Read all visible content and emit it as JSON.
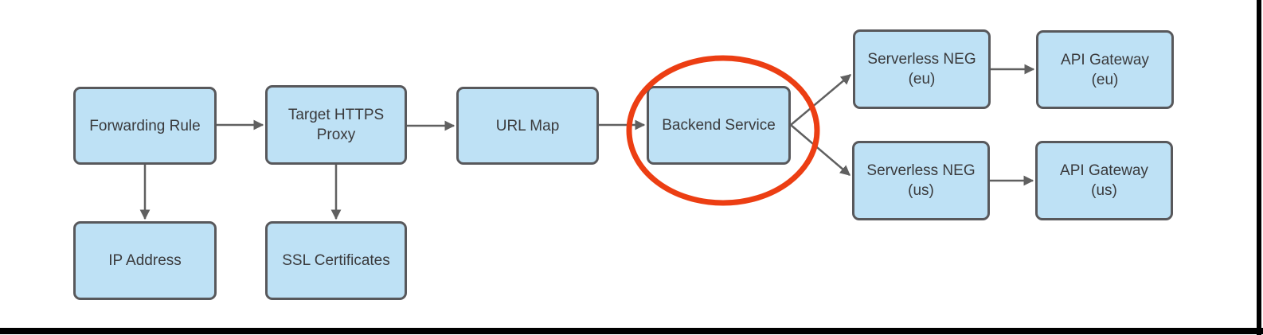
{
  "diagram": {
    "nodes": {
      "forwarding_rule": {
        "label": "Forwarding Rule"
      },
      "target_https_proxy": {
        "label": "Target HTTPS\nProxy"
      },
      "url_map": {
        "label": "URL Map"
      },
      "backend_service": {
        "label": "Backend Service"
      },
      "ip_address": {
        "label": "IP Address"
      },
      "ssl_certificates": {
        "label": "SSL Certificates"
      },
      "serverless_neg_eu": {
        "label": "Serverless NEG\n(eu)"
      },
      "api_gateway_eu": {
        "label": "API Gateway\n(eu)"
      },
      "serverless_neg_us": {
        "label": "Serverless NEG\n(us)"
      },
      "api_gateway_us": {
        "label": "API Gateway\n(us)"
      }
    },
    "edges": [
      {
        "from": "Forwarding Rule",
        "to": "Target HTTPS Proxy"
      },
      {
        "from": "Forwarding Rule",
        "to": "IP Address"
      },
      {
        "from": "Target HTTPS Proxy",
        "to": "URL Map"
      },
      {
        "from": "Target HTTPS Proxy",
        "to": "SSL Certificates"
      },
      {
        "from": "URL Map",
        "to": "Backend Service"
      },
      {
        "from": "Backend Service",
        "to": "Serverless NEG (eu)"
      },
      {
        "from": "Backend Service",
        "to": "Serverless NEG (us)"
      },
      {
        "from": "Serverless NEG (eu)",
        "to": "API Gateway (eu)"
      },
      {
        "from": "Serverless NEG (us)",
        "to": "API Gateway (us)"
      }
    ],
    "annotation": {
      "type": "ellipse-highlight",
      "around": "Backend Service"
    }
  },
  "colors": {
    "node_fill": "#BEE1F5",
    "node_border": "#58585B",
    "node_text": "#3A3A3C",
    "arrow": "#606060",
    "highlight": "#EC3E13",
    "frame": "#000000"
  }
}
